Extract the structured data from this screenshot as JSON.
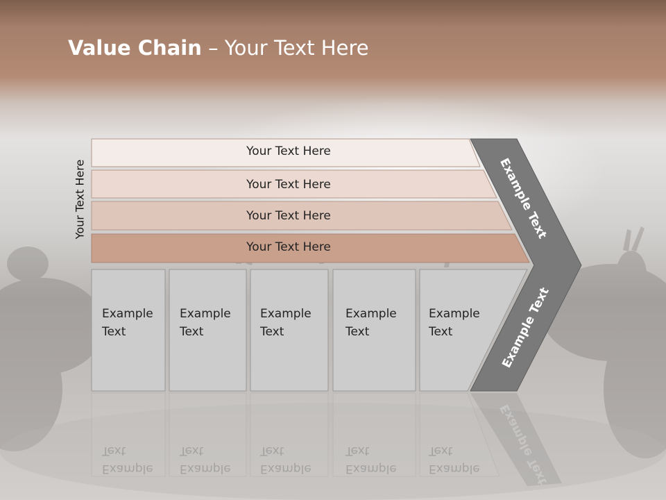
{
  "slide": {
    "title_bold": "Value Chain",
    "title_rest": " – Your Text Here",
    "side_label": "Your Text Here",
    "bars": [
      {
        "label": "Your Text Here",
        "color": "#f4ece9"
      },
      {
        "label": "Your Text Here",
        "color": "#ebd9d2"
      },
      {
        "label": "Your Text Here",
        "color": "#dfc6bb"
      },
      {
        "label": "Your Text Here",
        "color": "#c8a08c"
      }
    ],
    "boxes": [
      {
        "line1": "Example",
        "line2": "Text"
      },
      {
        "line1": "Example",
        "line2": "Text"
      },
      {
        "line1": "Example",
        "line2": "Text"
      },
      {
        "line1": "Example",
        "line2": "Text"
      },
      {
        "line1": "Example",
        "line2": "Text"
      }
    ],
    "chevron_top_label": "Example Text",
    "chevron_bottom_label": "Example Text",
    "box_color": "#cccccc",
    "chevron_color": "#7a7a7a"
  }
}
